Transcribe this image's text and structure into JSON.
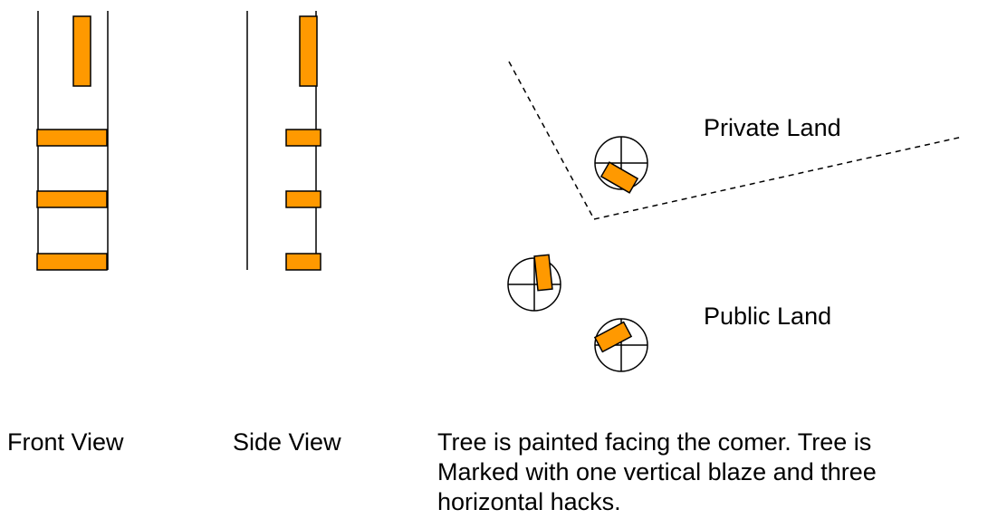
{
  "colors": {
    "paint": "#FF9900",
    "outline": "#000000"
  },
  "map_labels": {
    "private": "Private Land",
    "public": "Public Land"
  },
  "captions": {
    "front": "Front View",
    "side": "Side View",
    "description_lines": [
      "Tree is painted facing the comer.   Tree is",
      "Marked with one vertical blaze and three",
      "horizontal hacks."
    ]
  },
  "counts": {
    "vertical_blazes": 1,
    "horizontal_hacks": 3
  }
}
